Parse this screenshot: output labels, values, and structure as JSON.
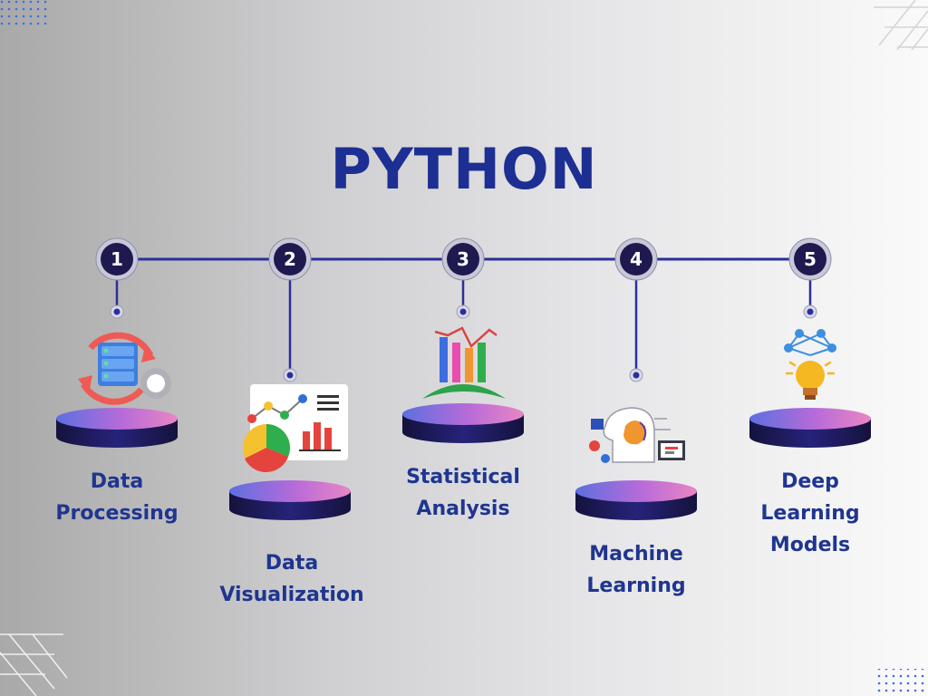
{
  "title": "PYTHON",
  "steps": [
    {
      "number": "1",
      "label_line1": "Data",
      "label_line2": "Processing",
      "icon": "data-processing-icon"
    },
    {
      "number": "2",
      "label_line1": "Data",
      "label_line2": "Visualization",
      "icon": "data-visualization-icon"
    },
    {
      "number": "3",
      "label_line1": "Statistical",
      "label_line2": "Analysis",
      "icon": "statistical-analysis-icon"
    },
    {
      "number": "4",
      "label_line1": "Machine",
      "label_line2": "Learning",
      "icon": "machine-learning-icon"
    },
    {
      "number": "5",
      "label_line1": "Deep",
      "label_line2": "Learning",
      "label_line3": "Models",
      "icon": "deep-learning-icon"
    }
  ],
  "colors": {
    "title": "#1d2f92",
    "labels": "#1f3590",
    "line": "#2a2f9a",
    "circle": "#1e1a4f",
    "platform_top": "#b86bd8",
    "platform_side": "#1c1a55"
  }
}
